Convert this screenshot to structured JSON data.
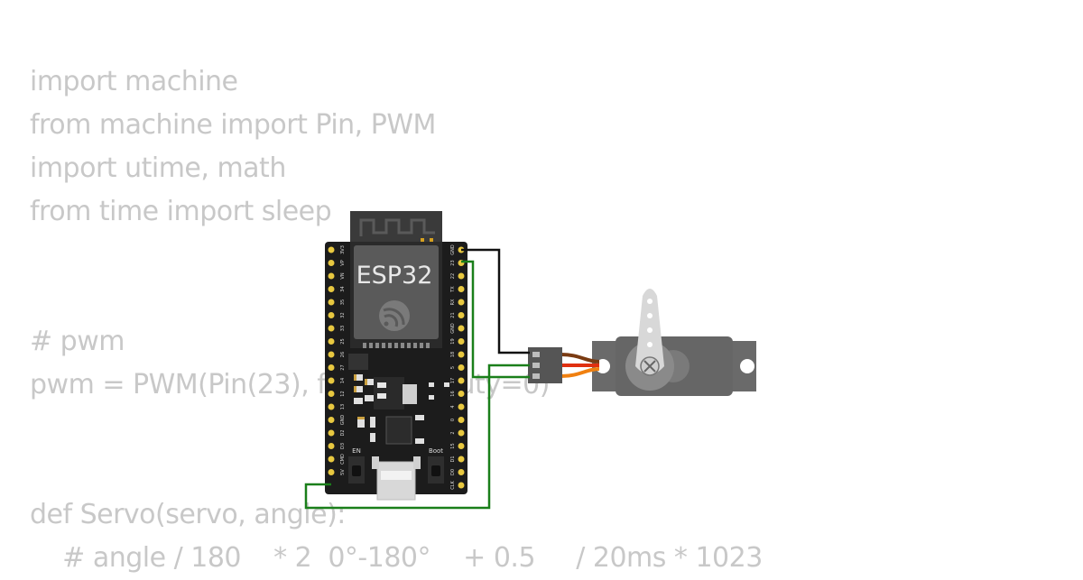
{
  "code_lines": [
    "import machine",
    "from machine import Pin, PWM",
    "import utime, math",
    "from time import sleep",
    "",
    "",
    "# pwm",
    "pwm = PWM(Pin(23), freq=50, duty=0)",
    "",
    "",
    "def Servo(servo, angle):",
    "    # angle / 180    * 2  0°-180°    + 0.5     / 20ms * 1023"
  ],
  "board": {
    "name": "ESP32",
    "en_label": "EN",
    "boot_label": "Boot",
    "left_pins": [
      "3V3",
      "VP",
      "VN",
      "34",
      "35",
      "32",
      "33",
      "25",
      "26",
      "27",
      "14",
      "12",
      "13",
      "GND",
      "D2",
      "D3",
      "CMD",
      "5V"
    ],
    "right_pins": [
      "GND",
      "23",
      "22",
      "TX",
      "RX",
      "21",
      "GND",
      "19",
      "18",
      "5",
      "17",
      "16",
      "4",
      "0",
      "2",
      "15",
      "D1",
      "D0",
      "CLK"
    ]
  },
  "wire_colors": {
    "gnd": "#111111",
    "signal": "#1a7f1a",
    "servo_brown": "#7a3b12",
    "servo_red": "#e03010",
    "servo_orange": "#f08010"
  }
}
